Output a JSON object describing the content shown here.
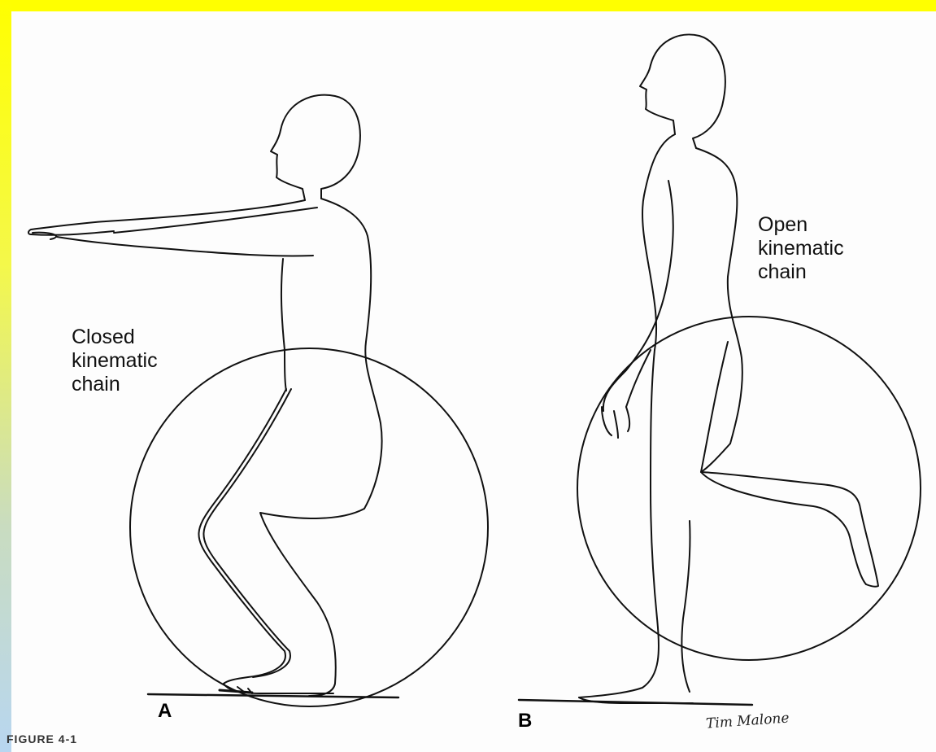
{
  "figure": {
    "panel_a": {
      "label_lines": [
        "Closed",
        "kinematic",
        "chain"
      ],
      "letter": "A"
    },
    "panel_b": {
      "label_lines": [
        "Open",
        "kinematic",
        "chain"
      ],
      "letter": "B"
    },
    "signature": "Tim Malone",
    "caption_fragment": "FIGURE 4-1"
  },
  "colors": {
    "border": "#ffff00",
    "background": "#fdfdfd",
    "ink": "#111111"
  }
}
